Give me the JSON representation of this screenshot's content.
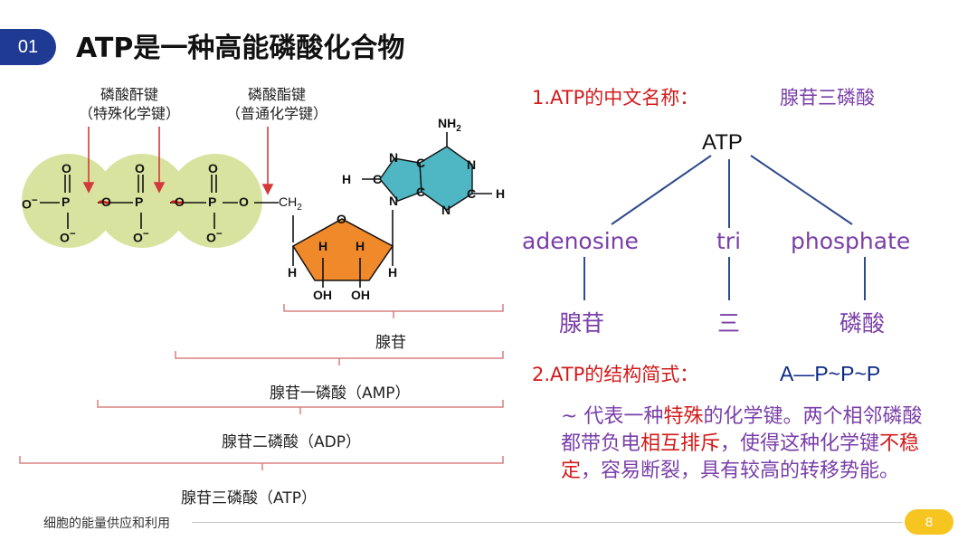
{
  "header": {
    "section_number": "01",
    "title": "ATP是一种高能磷酸化合物"
  },
  "diagram": {
    "bond_labels": [
      {
        "line1": "磷酸酐键",
        "line2": "（特殊化学键）"
      },
      {
        "line1": "磷酸酯键",
        "line2": "（普通化学键）"
      }
    ],
    "atoms": {
      "O": "O",
      "O_minus": "O",
      "P": "P",
      "tilde": "~",
      "CH2": "CH",
      "sub2": "2",
      "N": "N",
      "C": "C",
      "H": "H",
      "NH": "NH",
      "OH": "OH",
      "minus": "−"
    },
    "brackets": [
      "腺苷",
      "腺苷一磷酸（AMP）",
      "腺苷二磷酸（ADP）",
      "腺苷三磷酸（ATP）"
    ]
  },
  "right": {
    "q1_label": "1.ATP的中文名称：",
    "q1_answer": "腺苷三磷酸",
    "tree": {
      "root": "ATP",
      "words": [
        "adenosine",
        "tri",
        "phosphate"
      ],
      "chinese": [
        "腺苷",
        "三",
        "磷酸"
      ]
    },
    "q2_label": "2.ATP的结构简式：",
    "q2_answer": "A—P~P~P",
    "description": {
      "p1": "~ 代表一种",
      "p2": "特殊",
      "p3": "的化学键。两个相邻磷酸都带负电",
      "p4": "相互排斥",
      "p5": "，使得这种化学键",
      "p6": "不稳定",
      "p7": "，容易断裂，具有较高的转移势能。"
    }
  },
  "footer": {
    "text": "细胞的能量供应和利用",
    "page": "8"
  },
  "colors": {
    "badge": "#1f3a93",
    "red": "#d21b1b",
    "purple": "#7a3fa8",
    "phosphate_circle": "#d9e3a0",
    "ribose": "#f0892a",
    "base": "#4fb7c4",
    "page_badge": "#f6c520",
    "tree_line": "#2f4a8c",
    "bracket": "#d98080"
  }
}
